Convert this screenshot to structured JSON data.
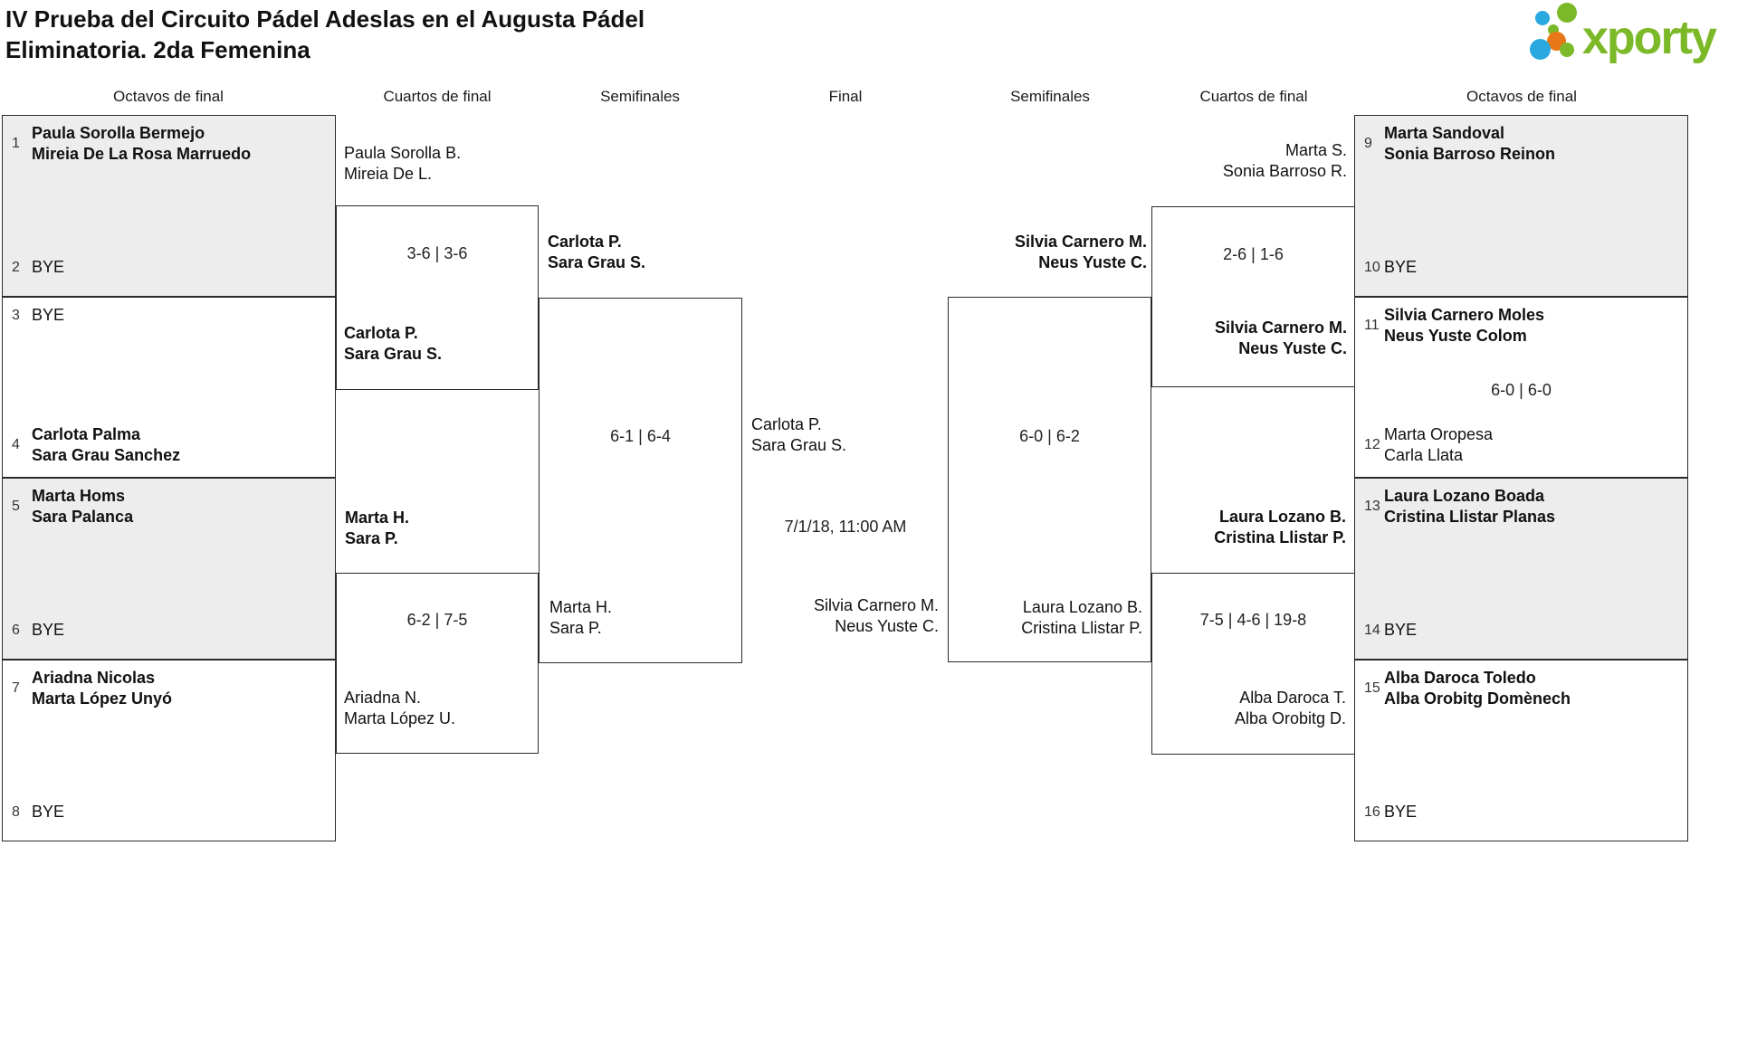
{
  "title": {
    "line1": "IV Prueba del Circuito Pádel Adeslas en el Augusta Pádel",
    "line2": "Eliminatoria. 2da Femenina"
  },
  "logo": {
    "brand": "xporty",
    "green": "#7cb928",
    "blue": "#29a9e0",
    "orange": "#e87817"
  },
  "headers": [
    "Octavos de final",
    "Cuartos de final",
    "Semifinales",
    "Final",
    "Semifinales",
    "Cuartos de final",
    "Octavos de final"
  ],
  "r16_left": [
    {
      "top": {
        "seed": "1",
        "p1": "Paula Sorolla Bermejo",
        "p2": "Mireia De La Rosa Marruedo",
        "winner": true
      },
      "bottom": {
        "seed": "2",
        "p1": "BYE",
        "p2": "",
        "winner": false
      }
    },
    {
      "top": {
        "seed": "3",
        "p1": "BYE",
        "p2": "",
        "winner": false
      },
      "bottom": {
        "seed": "4",
        "p1": "Carlota Palma",
        "p2": "Sara Grau Sanchez",
        "winner": true
      }
    },
    {
      "top": {
        "seed": "5",
        "p1": "Marta Homs",
        "p2": "Sara Palanca",
        "winner": true
      },
      "bottom": {
        "seed": "6",
        "p1": "BYE",
        "p2": "",
        "winner": false
      }
    },
    {
      "top": {
        "seed": "7",
        "p1": "Ariadna Nicolas",
        "p2": "Marta López Unyó",
        "winner": true
      },
      "bottom": {
        "seed": "8",
        "p1": "BYE",
        "p2": "",
        "winner": false
      }
    }
  ],
  "r16_right": [
    {
      "top": {
        "seed": "9",
        "p1": "Marta Sandoval",
        "p2": "Sonia Barroso Reinon",
        "winner": true
      },
      "bottom": {
        "seed": "10",
        "p1": "BYE",
        "p2": "",
        "winner": false
      }
    },
    {
      "top": {
        "seed": "11",
        "p1": "Silvia Carnero Moles",
        "p2": "Neus Yuste Colom",
        "winner": true
      },
      "score": "6-0 | 6-0",
      "bottom": {
        "seed": "12",
        "p1": "Marta Oropesa",
        "p2": "Carla Llata",
        "winner": false
      }
    },
    {
      "top": {
        "seed": "13",
        "p1": "Laura Lozano Boada",
        "p2": "Cristina Llistar Planas",
        "winner": true
      },
      "bottom": {
        "seed": "14",
        "p1": "BYE",
        "p2": "",
        "winner": false
      }
    },
    {
      "top": {
        "seed": "15",
        "p1": "Alba Daroca Toledo",
        "p2": "Alba Orobitg Domènech",
        "winner": true
      },
      "bottom": {
        "seed": "16",
        "p1": "BYE",
        "p2": "",
        "winner": false
      }
    }
  ],
  "matches": {
    "qf_l1": {
      "top1": "Paula Sorolla B.",
      "top2": "Mireia De L.",
      "top_winner": false,
      "bottom1": "Carlota P.",
      "bottom2": "Sara Grau S.",
      "bottom_winner": true,
      "score": "3-6 | 3-6"
    },
    "qf_l2": {
      "top1": "Marta H.",
      "top2": "Sara P.",
      "top_winner": true,
      "bottom1": "Ariadna N.",
      "bottom2": "Marta López U.",
      "bottom_winner": false,
      "score": "6-2 | 7-5"
    },
    "sf_l": {
      "top1": "Carlota P.",
      "top2": "Sara Grau S.",
      "top_winner": true,
      "bottom1": "Marta H.",
      "bottom2": "Sara P.",
      "bottom_winner": false,
      "score": "6-1 | 6-4"
    },
    "final": {
      "left1": "Carlota P.",
      "left2": "Sara Grau S.",
      "left_winner": false,
      "right1": "Silvia Carnero M.",
      "right2": "Neus Yuste C.",
      "right_winner": false,
      "schedule": "7/1/18, 11:00 AM"
    },
    "sf_r": {
      "top1": "Silvia Carnero M.",
      "top2": "Neus Yuste C.",
      "top_winner": true,
      "bottom1": "Laura Lozano B.",
      "bottom2": "Cristina Llistar P.",
      "bottom_winner": false,
      "score": "6-0 | 6-2"
    },
    "qf_r1": {
      "top1": "Marta S.",
      "top2": "Sonia Barroso R.",
      "top_winner": false,
      "bottom1": "Silvia Carnero M.",
      "bottom2": "Neus Yuste C.",
      "bottom_winner": true,
      "score": "2-6 | 1-6"
    },
    "qf_r2": {
      "top1": "Laura Lozano B.",
      "top2": "Cristina Llistar P.",
      "top_winner": true,
      "bottom1": "Alba Daroca T.",
      "bottom2": "Alba Orobitg D.",
      "bottom_winner": false,
      "score": "7-5 | 4-6 | 19-8"
    }
  }
}
